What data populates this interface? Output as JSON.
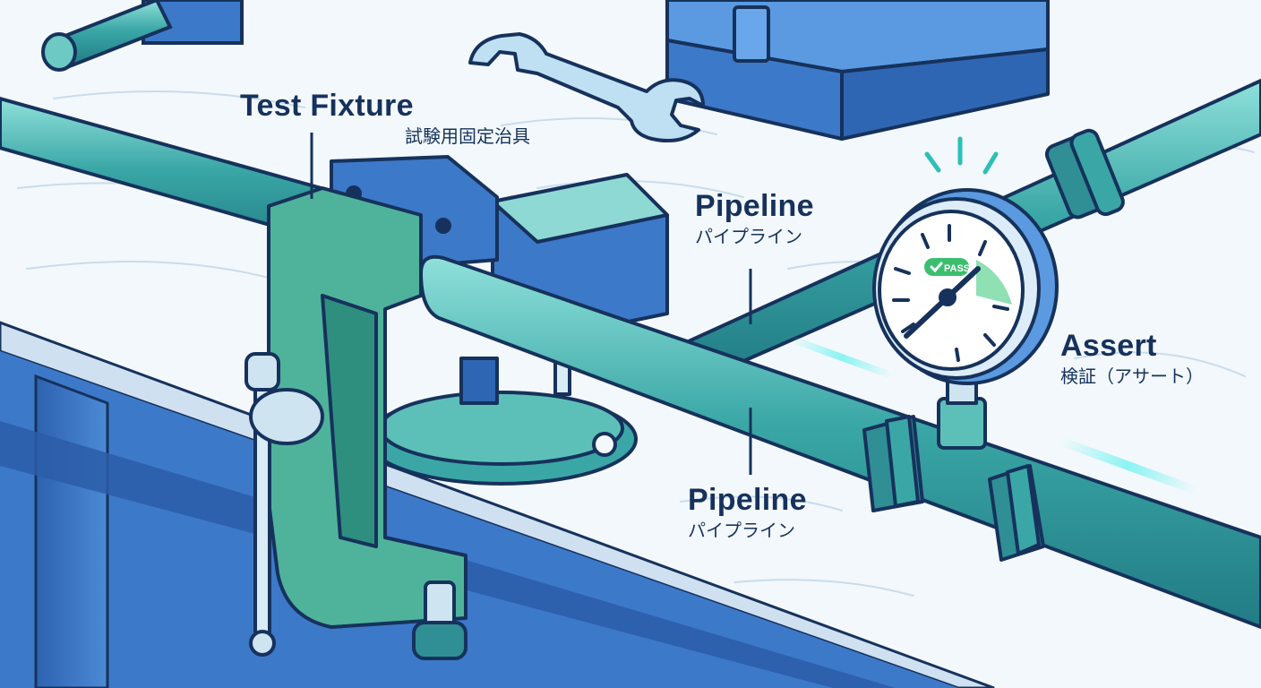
{
  "labels": {
    "test_fixture": {
      "en": "Test Fixture",
      "ja": "試験用固定治具"
    },
    "pipeline_upper": {
      "en": "Pipeline",
      "ja": "パイプライン"
    },
    "pipeline_lower": {
      "en": "Pipeline",
      "ja": "パイプライン"
    },
    "assert": {
      "en": "Assert",
      "ja": "検証（アサート）"
    }
  },
  "gauge": {
    "status": "PASS"
  },
  "colors": {
    "outline": "#16325c",
    "pipe_teal": "#3aa7a6",
    "vise_green": "#4fb39b",
    "toolbox_blue": "#3d79c9",
    "bench_top": "#f3f8fc",
    "pass_green": "#3bbf6e"
  },
  "icons": [
    "vise-icon",
    "wrench-icon",
    "toolbox-icon",
    "pressure-gauge-icon",
    "checkmark-icon"
  ]
}
